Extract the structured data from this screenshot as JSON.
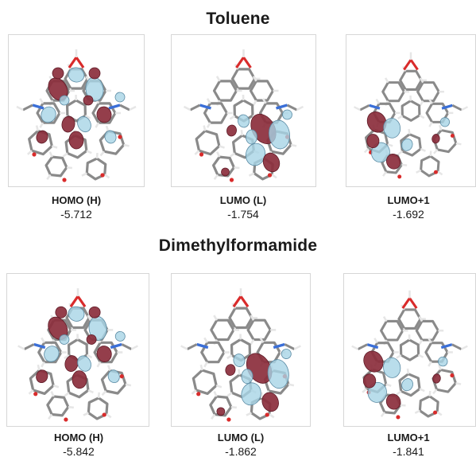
{
  "sections": [
    {
      "title": "Toluene",
      "orbitals": [
        {
          "label": "HOMO (H)",
          "energy": "-5.712"
        },
        {
          "label": "LUMO (L)",
          "energy": "-1.754"
        },
        {
          "label": "LUMO+1",
          "energy": "-1.692"
        }
      ]
    },
    {
      "title": "Dimethylformamide",
      "orbitals": [
        {
          "label": "HOMO (H)",
          "energy": "-5.842"
        },
        {
          "label": "LUMO (L)",
          "energy": "-1.862"
        },
        {
          "label": "LUMO+1",
          "energy": "-1.841"
        }
      ]
    }
  ],
  "colors": {
    "positive_lobe": "#8b2e3c",
    "negative_lobe": "#a8d4e6",
    "carbon_bond": "#8a8a8a",
    "hydrogen": "#e6e6e6",
    "oxygen": "#d92b2b",
    "nitrogen": "#3a6fd8"
  }
}
